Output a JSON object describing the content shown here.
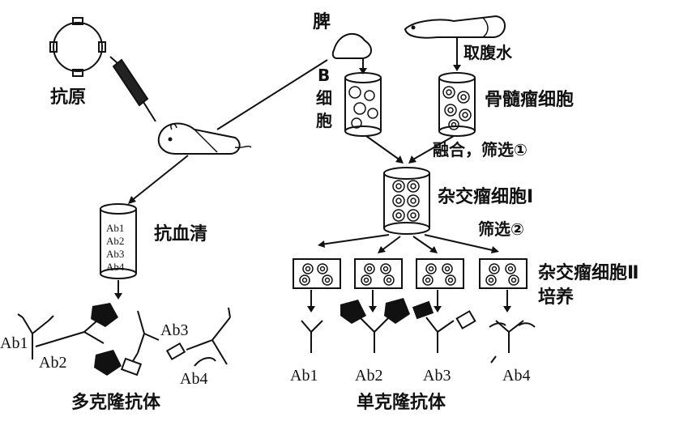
{
  "labels": {
    "antigen": "抗原",
    "spleen": "脾",
    "b_cell_b": "B",
    "b_cell_xi": "细",
    "b_cell_bao": "胞",
    "ascites": "取腹水",
    "myeloma": "骨髓瘤细胞",
    "fusion_screen": "融合，筛选①",
    "hybridoma1": "杂交瘤细胞Ⅰ",
    "screen2": "筛选②",
    "hybridoma2": "杂交瘤细胞Ⅱ",
    "culture": "培养",
    "antiserum": "抗血清",
    "polyclonal": "多克隆抗体",
    "monoclonal": "单克隆抗体"
  },
  "antiserum_list": [
    "Ab1",
    "Ab2",
    "Ab3",
    "Ab4"
  ],
  "polyclonal_antibodies": [
    "Ab1",
    "Ab2",
    "Ab3",
    "Ab4"
  ],
  "monoclonal_antibodies": [
    "Ab1",
    "Ab2",
    "Ab3",
    "Ab4"
  ]
}
